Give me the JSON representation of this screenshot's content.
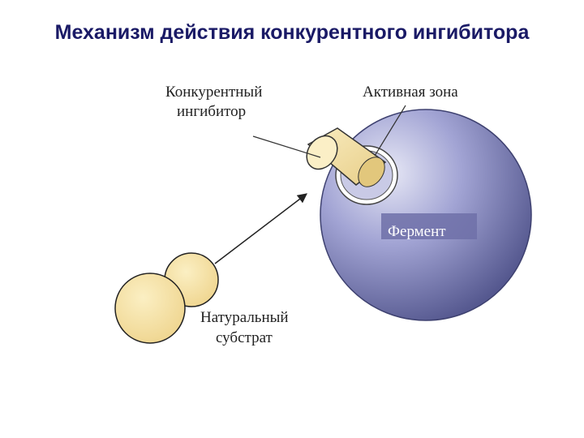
{
  "slide": {
    "title": "Механизм действия конкурентного ингибитора"
  },
  "labels": {
    "inhibitor_line1": "Конкурентный",
    "inhibitor_line2": "ингибитор",
    "active_site": "Активная зона",
    "enzyme": "Фермент",
    "substrate_line1": "Натуральный",
    "substrate_line2": "субстрат"
  },
  "colors": {
    "title": "#1a1a66",
    "enzyme": "#8d8fc9",
    "substrate": "#f8e6a6",
    "inhibitor": "#f3e0a4"
  }
}
